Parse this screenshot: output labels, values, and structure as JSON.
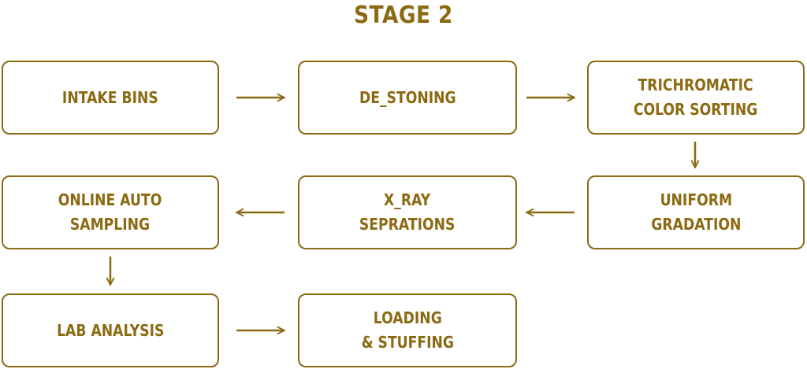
{
  "title": "STAGE 2",
  "colors": {
    "accent": "#8b6a12",
    "background": "#ffffff"
  },
  "steps": [
    {
      "label": "INTAKE BINS"
    },
    {
      "label": "DE_STONING"
    },
    {
      "label": "TRICHROMATIC\nCOLOR SORTING"
    },
    {
      "label": "UNIFORM\nGRADATION"
    },
    {
      "label": "X_RAY\nSEPRATIONS"
    },
    {
      "label": "ONLINE AUTO\nSAMPLING"
    },
    {
      "label": "LAB ANALYSIS"
    },
    {
      "label": "LOADING\n& STUFFING"
    }
  ],
  "connections": [
    {
      "from": 0,
      "to": 1
    },
    {
      "from": 1,
      "to": 2
    },
    {
      "from": 2,
      "to": 3
    },
    {
      "from": 3,
      "to": 4
    },
    {
      "from": 4,
      "to": 5
    },
    {
      "from": 5,
      "to": 6
    },
    {
      "from": 6,
      "to": 7
    }
  ]
}
